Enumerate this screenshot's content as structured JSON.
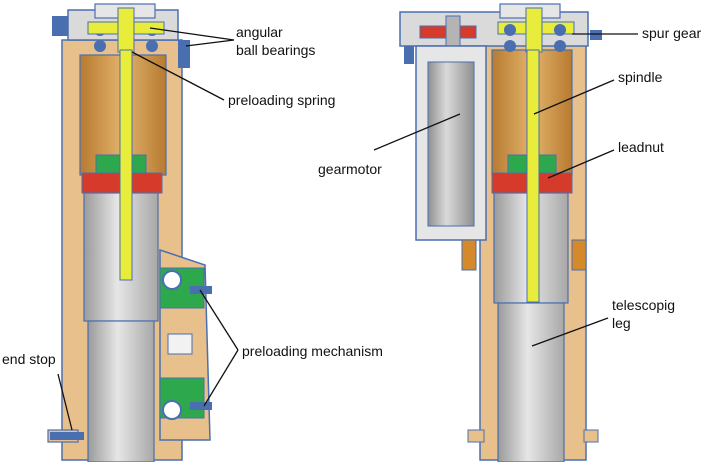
{
  "labels": {
    "angular_ball_bearings_1": "angular",
    "angular_ball_bearings_2": "ball bearings",
    "preloading_spring": "preloading spring",
    "end_stop": "end stop",
    "preloading_mechanism": "preloading mechanism",
    "spur_gear": "spur gear",
    "spindle": "spindle",
    "gearmotor": "gearmotor",
    "leadnut": "leadnut",
    "telescopic_leg_1": "telescopig",
    "telescopic_leg_2": "leg"
  },
  "colors": {
    "housing_copper": "#d9a36a",
    "bronze_nut": "#c88a3c",
    "leg_grey": "#c8c8c8",
    "motor_grey": "#b4b4b4",
    "outline_blue": "#4a6fb0",
    "spindle_yellow": "#e8ec3a",
    "red_part": "#d63a2a",
    "green_part": "#2ea84c",
    "frame_tan": "#e7c08c"
  }
}
